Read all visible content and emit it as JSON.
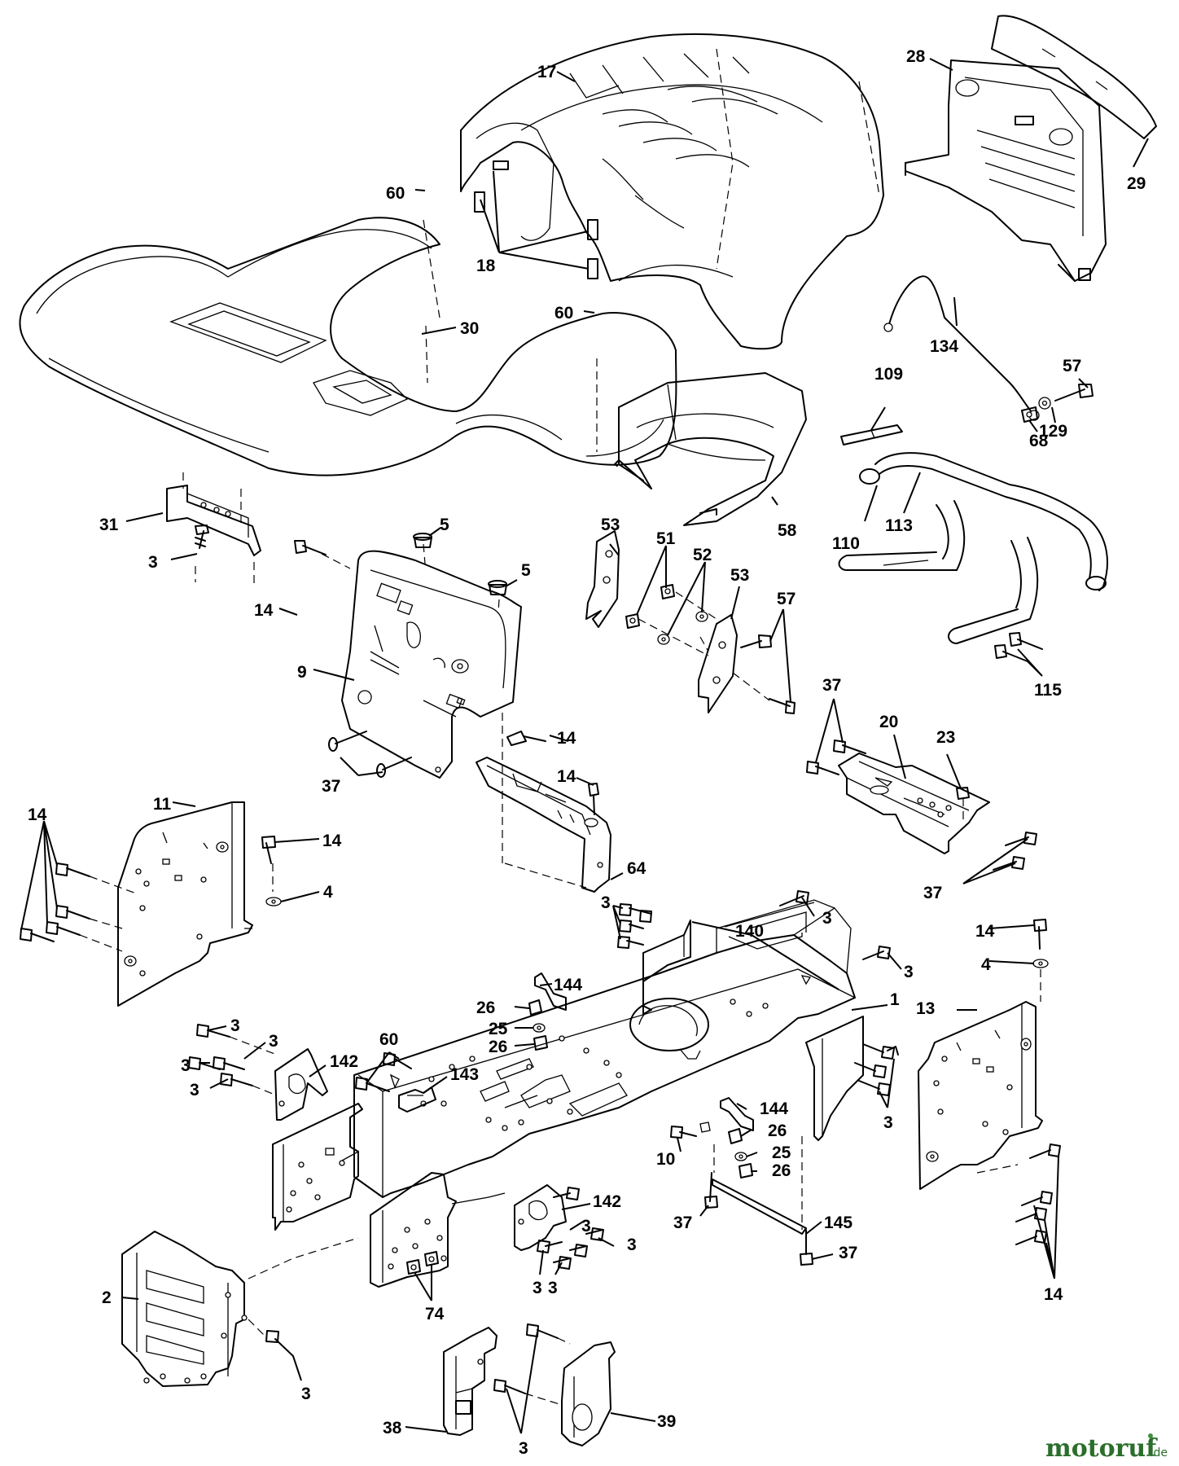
{
  "diagram": {
    "parts": [
      {
        "id": "hood",
        "label": "17"
      },
      {
        "id": "grille",
        "label": "28"
      },
      {
        "id": "grille-cap",
        "label": "29"
      },
      {
        "id": "hood-bolt-upper",
        "label": "60"
      },
      {
        "id": "hood-inserts",
        "label": "18"
      },
      {
        "id": "hood-bolt-lower",
        "label": "60"
      },
      {
        "id": "fender",
        "label": "30"
      },
      {
        "id": "rod",
        "label": "134"
      },
      {
        "id": "rod-bolt",
        "label": "57"
      },
      {
        "id": "rod-washer",
        "label": "129"
      },
      {
        "id": "rod-nut",
        "label": "68"
      },
      {
        "id": "strap",
        "label": "109"
      },
      {
        "id": "tube-cap",
        "label": "110"
      },
      {
        "id": "bumper",
        "label": "113"
      },
      {
        "id": "bumper-bolts",
        "label": "115"
      },
      {
        "id": "shroud",
        "label": "58"
      },
      {
        "id": "seat-bracket",
        "label": "31"
      },
      {
        "id": "seat-bracket-screw",
        "label": "3"
      },
      {
        "id": "dash-grommet-a",
        "label": "5"
      },
      {
        "id": "dash-grommet-b",
        "label": "5"
      },
      {
        "id": "dash-bolt",
        "label": "14"
      },
      {
        "id": "dash-panel",
        "label": "9"
      },
      {
        "id": "hinge-left",
        "label": "53"
      },
      {
        "id": "hinge-nuts",
        "label": "51"
      },
      {
        "id": "hinge-washers",
        "label": "52"
      },
      {
        "id": "hinge-right",
        "label": "53"
      },
      {
        "id": "hinge-bolts",
        "label": "57"
      },
      {
        "id": "mount-bolts-top",
        "label": "37"
      },
      {
        "id": "mount-plate",
        "label": "20"
      },
      {
        "id": "mount-nut",
        "label": "23"
      },
      {
        "id": "mount-bolts-bottom",
        "label": "37"
      },
      {
        "id": "dash-side-bolt",
        "label": "14"
      },
      {
        "id": "dash-screws",
        "label": "37"
      },
      {
        "id": "support-bolt",
        "label": "14"
      },
      {
        "id": "dash-support",
        "label": "64"
      },
      {
        "id": "side-panel-left",
        "label": "11"
      },
      {
        "id": "side-panel-bolts",
        "label": "14"
      },
      {
        "id": "panel-bolt-left",
        "label": "14"
      },
      {
        "id": "panel-washer-left",
        "label": "4"
      },
      {
        "id": "frame-bolts-front",
        "label": "3"
      },
      {
        "id": "frame-bolt-top",
        "label": "3"
      },
      {
        "id": "bracket-140",
        "label": "140"
      },
      {
        "id": "frame-bolt-right",
        "label": "3"
      },
      {
        "id": "frame",
        "label": "1"
      },
      {
        "id": "panel-bolt-right",
        "label": "14"
      },
      {
        "id": "panel-washer-right",
        "label": "4"
      },
      {
        "id": "side-panel-right",
        "label": "13"
      },
      {
        "id": "clip-144-top",
        "label": "144"
      },
      {
        "id": "nut-26-a",
        "label": "26"
      },
      {
        "id": "washer-25-a",
        "label": "25"
      },
      {
        "id": "nut-26-b",
        "label": "26"
      },
      {
        "id": "bolts-rear-left",
        "label": "3"
      },
      {
        "id": "bolt-3-b",
        "label": "3"
      },
      {
        "id": "bolt-3-c",
        "label": "3"
      },
      {
        "id": "bolt-3-d",
        "label": "3"
      },
      {
        "id": "bracket-142-upper",
        "label": "142"
      },
      {
        "id": "bolts-60",
        "label": "60"
      },
      {
        "id": "bracket-143",
        "label": "143"
      },
      {
        "id": "frame-bolts-right-side",
        "label": "3"
      },
      {
        "id": "clip-144-lower",
        "label": "144"
      },
      {
        "id": "nut-26-c",
        "label": "26"
      },
      {
        "id": "washer-25-b",
        "label": "25"
      },
      {
        "id": "nut-26-d",
        "label": "26"
      },
      {
        "id": "bolt-10",
        "label": "10"
      },
      {
        "id": "bolt-37-a",
        "label": "37"
      },
      {
        "id": "link-145",
        "label": "145"
      },
      {
        "id": "bolt-37-b",
        "label": "37"
      },
      {
        "id": "bracket-142-lower",
        "label": "142"
      },
      {
        "id": "bolt-3-e",
        "label": "3"
      },
      {
        "id": "bolt-3-f",
        "label": "3"
      },
      {
        "id": "bolt-3-g",
        "label": "3"
      },
      {
        "id": "bolt-3-h",
        "label": "3"
      },
      {
        "id": "rear-plate",
        "label": "2"
      },
      {
        "id": "nuts-74",
        "label": "74"
      },
      {
        "id": "rear-plate-bolt",
        "label": "3"
      },
      {
        "id": "right-panel-bolts",
        "label": "14"
      },
      {
        "id": "hitch-left",
        "label": "38"
      },
      {
        "id": "hitch-right",
        "label": "39"
      },
      {
        "id": "hitch-bolts",
        "label": "3"
      }
    ]
  },
  "watermark": {
    "brand": "motoruf",
    "tld": ".de",
    "colors": {
      "text": "#2b6e2b",
      "dot": "#3f8f3f"
    }
  }
}
